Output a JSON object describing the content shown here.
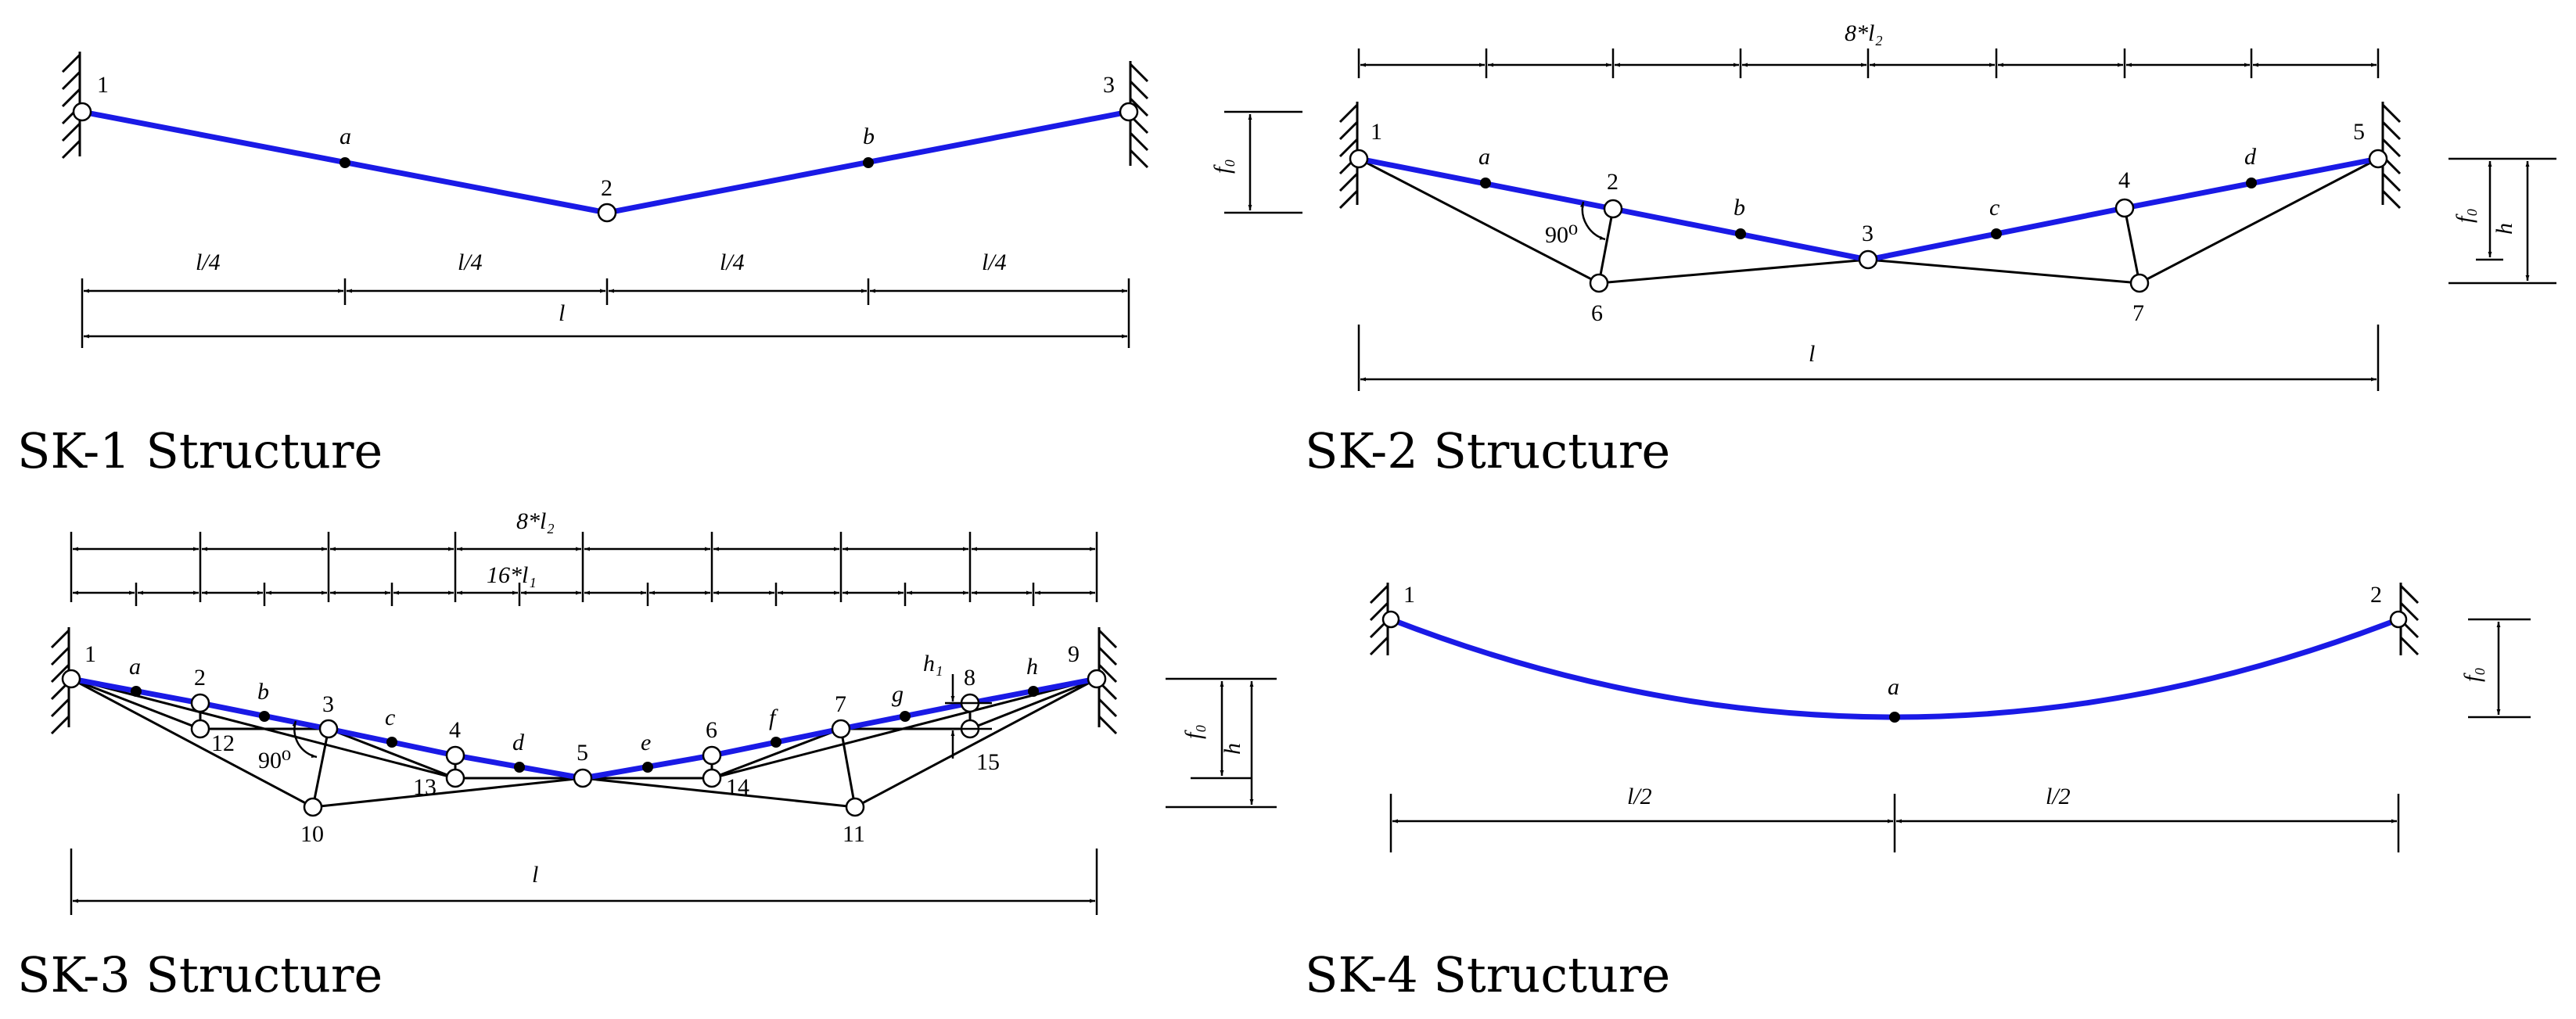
{
  "panels": {
    "sk1": {
      "title": "SK-1 Structure",
      "nodes": [
        "1",
        "2",
        "3"
      ],
      "points": [
        "a",
        "b"
      ],
      "quarter_dims": [
        "l/4",
        "l/4",
        "l/4",
        "l/4"
      ],
      "span": "l",
      "rise": "f₀"
    },
    "sk2": {
      "title": "SK-2 Structure",
      "nodes": [
        "1",
        "2",
        "3",
        "4",
        "5",
        "6",
        "7"
      ],
      "points": [
        "a",
        "b",
        "c",
        "d"
      ],
      "top_dim": "8*l₂",
      "angle": "90⁰",
      "span": "l",
      "rise": "f₀",
      "height": "h"
    },
    "sk3": {
      "title": "SK-3 Structure",
      "nodes": [
        "1",
        "2",
        "3",
        "4",
        "5",
        "6",
        "7",
        "8",
        "9",
        "10",
        "11",
        "12",
        "13",
        "14",
        "15"
      ],
      "points": [
        "a",
        "b",
        "c",
        "d",
        "e",
        "f",
        "g",
        "h"
      ],
      "top_dim": "8*l₂",
      "sub_dim": "16*l₁",
      "h1": "h₁",
      "angle": "90⁰",
      "span": "l",
      "rise": "f₀",
      "height": "h"
    },
    "sk4": {
      "title": "SK-4 Structure",
      "nodes": [
        "1",
        "2"
      ],
      "points": [
        "a"
      ],
      "half_dims": [
        "l/2",
        "l/2"
      ],
      "rise": "f₀"
    }
  },
  "colors": {
    "cable": "#1a1ae6",
    "line": "#000000"
  }
}
